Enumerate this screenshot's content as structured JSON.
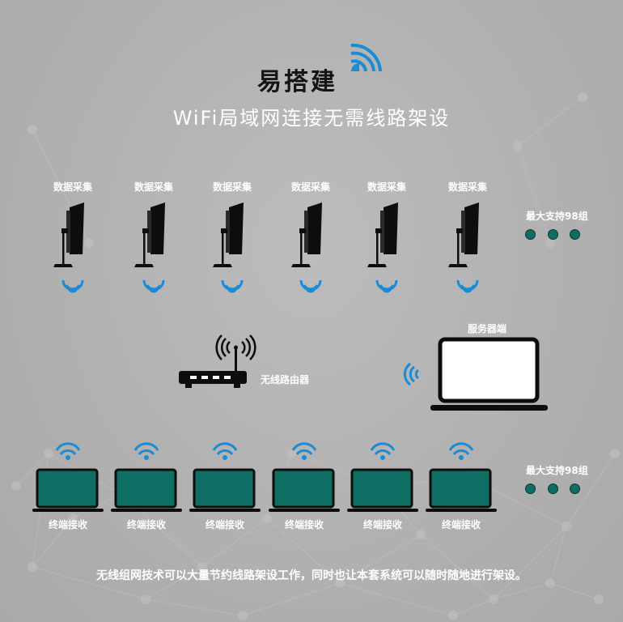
{
  "brand": {
    "name": "易搭建"
  },
  "subtitle": "WiFi局域网连接无需线路架设",
  "collectors": [
    {
      "label": "数据采集"
    },
    {
      "label": "数据采集"
    },
    {
      "label": "数据采集"
    },
    {
      "label": "数据采集"
    },
    {
      "label": "数据采集"
    },
    {
      "label": "数据采集"
    }
  ],
  "collectors_capacity": "最大支持98组",
  "router": {
    "label": "无线路由器"
  },
  "server": {
    "label": "服务器端"
  },
  "terminals": [
    {
      "label": "终端接收"
    },
    {
      "label": "终端接收"
    },
    {
      "label": "终端接收"
    },
    {
      "label": "终端接收"
    },
    {
      "label": "终端接收"
    },
    {
      "label": "终端接收"
    }
  ],
  "terminals_capacity": "最大支持98组",
  "footer": "无线组网技术可以大量节约线路架设工作，同时也让本套系统可以随时随地进行架设。",
  "colors": {
    "wifi": "#1c8bd6",
    "screen": "#0e6e64",
    "dot": "#0e6e64",
    "background": "#b3b3b3"
  }
}
